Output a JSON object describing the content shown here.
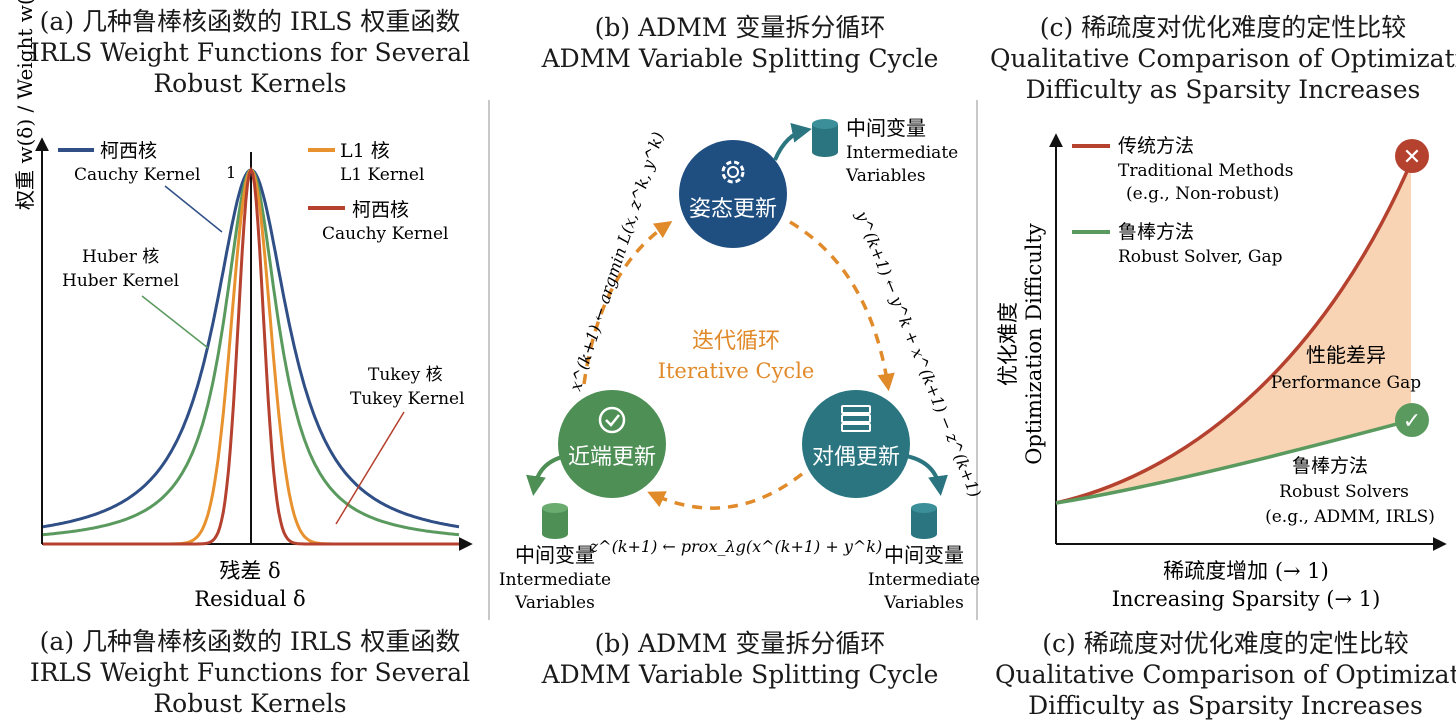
{
  "panel_a": {
    "title_lines": [
      "(a) 几种鲁棒核函数的 IRLS 权重函数",
      "IRLS Weight Functions for Several",
      "Robust Kernels"
    ],
    "bottom_caption_lines": [
      "(a) 几种鲁棒核函数的 IRLS 权重函数",
      "IRLS Weight Functions for Several",
      "Robust Kernels"
    ],
    "y_axis_label": "权重 w(δ) / Weight w(δ)",
    "x_axis_label_zh": "残差 δ",
    "x_axis_label_en": "Residual δ",
    "peak_label": "1",
    "legend": [
      {
        "zh": "柯西核",
        "en": "Cauchy Kernel",
        "color": "#2f4f86"
      },
      {
        "zh": "L1 核",
        "en": "L1 Kernel",
        "color": "#e8922f"
      },
      {
        "zh": "柯西核",
        "en": "Cauchy Kernel",
        "color": "#b5412f"
      }
    ],
    "annotations": [
      {
        "zh": "Huber 核",
        "en": "Huber Kernel",
        "color": "#5a9a5e"
      },
      {
        "zh": "Tukey 核",
        "en": "Tukey Kernel",
        "color": "#b5412f"
      }
    ],
    "colors": {
      "cauchy": "#2f4f86",
      "huber": "#5a9a5e",
      "l1": "#e8922f",
      "tukey": "#b5412f"
    }
  },
  "panel_b": {
    "title_lines": [
      "(b) ADMM 变量拆分循环",
      "ADMM Variable Splitting Cycle"
    ],
    "bottom_caption_lines": [
      "(b) ADMM 变量拆分循环",
      "ADMM Variable Splitting Cycle"
    ],
    "nodes": {
      "pose": {
        "label": "姿态更新",
        "icon": "gear-icon",
        "color": "#1f4e80"
      },
      "proximal": {
        "label": "近端更新",
        "icon": "check-circle-icon",
        "color": "#4e8f55"
      },
      "dual": {
        "label": "对偶更新",
        "icon": "server-icon",
        "color": "#2a7580"
      }
    },
    "center_zh": "迭代循环",
    "center_en": "Iterative Cycle",
    "intermediate": {
      "zh": "中间变量",
      "en1": "Intermediate",
      "en2": "Variables"
    },
    "formulas": {
      "x": "x^(k+1) ← argmin L(x, z^k, y^k)",
      "y": "y^(k+1) ← y^k + x^(k+1) − z^(k+1)",
      "z": "z^(k+1) ← prox_λg(x^(k+1) + y^k)"
    },
    "cycle_color": "#e08a2a"
  },
  "panel_c": {
    "title_lines": [
      "(c) 稀疏度对优化难度的定性比较",
      "Qualitative Comparison of Optimization",
      "Difficulty as Sparsity Increases"
    ],
    "bottom_caption_lines": [
      "(c) 稀疏度对优化难度的定性比较",
      "Qualitative Comparison of Optimization",
      "Difficulty as Sparsity Increases"
    ],
    "y_axis_zh": "优化难度",
    "y_axis_en": "Optimization Difficulty",
    "x_axis_zh": "稀疏度增加 (→ 1)",
    "x_axis_en": "Increasing Sparsity (→ 1)",
    "legend": [
      {
        "zh": "传统方法",
        "en1": "Traditional Methods",
        "en2": "(e.g., Non-robust)",
        "color": "#b5412f"
      },
      {
        "zh": "鲁棒方法",
        "en1": "Robust Solver, Gap",
        "en2": "",
        "color": "#5a9a5e"
      }
    ],
    "gap_zh": "性能差异",
    "gap_en": "Performance Gap",
    "robust_zh": "鲁棒方法",
    "robust_en1": "Robust Solvers",
    "robust_en2": "(e.g., ADMM, IRLS)",
    "gap_fill": "#f6c9a3",
    "marker_fail": "✕",
    "marker_ok": "✓"
  }
}
